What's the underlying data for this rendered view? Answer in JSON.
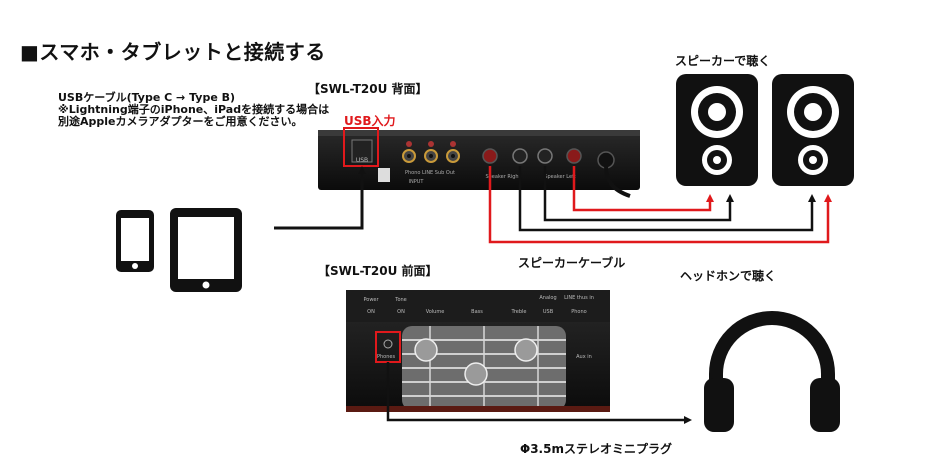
{
  "header": {
    "title": "■スマホ・タブレットと接続する"
  },
  "usb_note": {
    "line1": "USBケーブル(Type C → Type B)",
    "line2": "※Lightning端子のiPhone、iPadを接続する場合は",
    "line3": "別途Appleカメラアダプターをご用意ください。"
  },
  "rear_panel": {
    "heading": "【SWL-T20U 背面】",
    "usb_input_label": "USB入力",
    "usb_port": "USB",
    "jacks_caption": "Phono LINE Sub Out",
    "input_caption": "INPUT",
    "speaker_right": "Speaker Right",
    "speaker_left": "Speaker Left"
  },
  "front_panel": {
    "heading": "【SWL-T20U 前面】",
    "knobs": [
      "Power",
      "Tone",
      "Volume",
      "Bass",
      "Treble"
    ],
    "on_labels": [
      "ON",
      "ON"
    ],
    "analog_label": "Analog",
    "usb_label": "USB",
    "line_label": "LINE thus in",
    "phono_label": "Phono",
    "phones_label": "Phones",
    "aux_label": "Aux in"
  },
  "speakers_label": "スピーカーで聴く",
  "speaker_cable_label": "スピーカーケーブル",
  "headphones_label": "ヘッドホンで聴く",
  "plug_label": "Φ3.5mステレオミニプラグ",
  "colors": {
    "accent_red": "#e0191c",
    "device_black": "#111111"
  }
}
